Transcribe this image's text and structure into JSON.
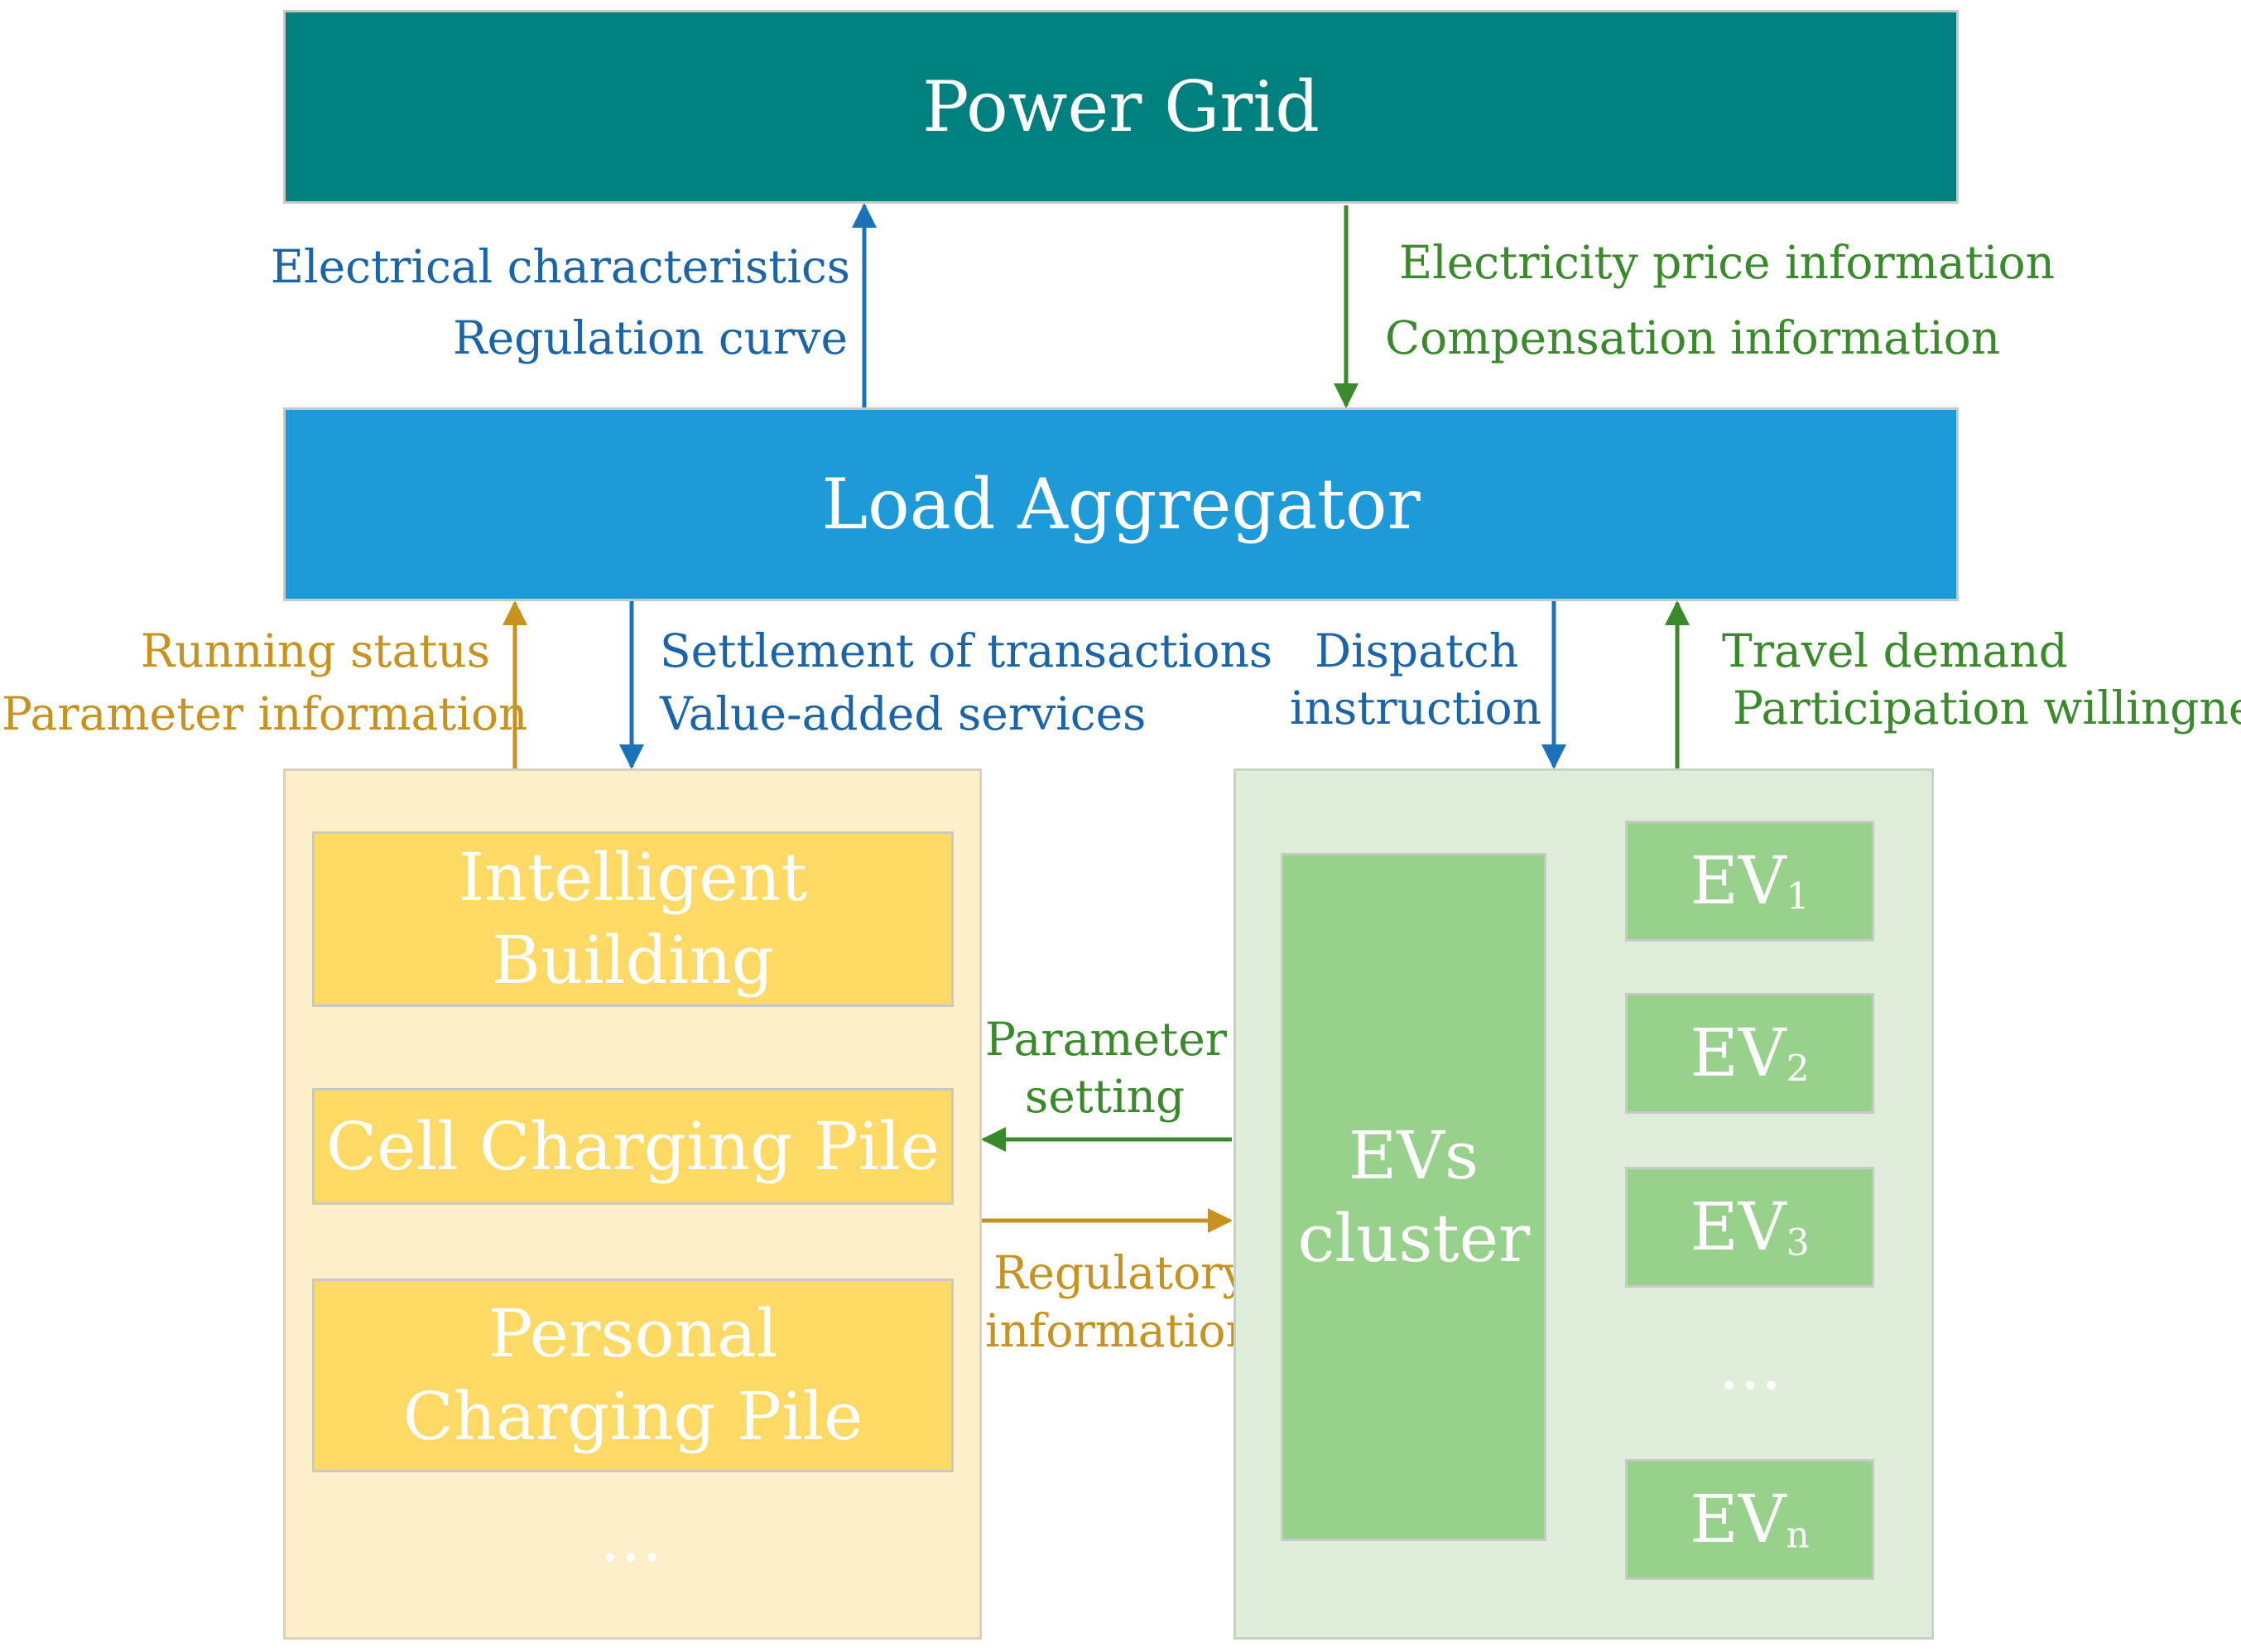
{
  "nodes": {
    "power_grid": "Power Grid",
    "load_aggregator": "Load Aggregator",
    "intelligent_building": "Intelligent Building",
    "cell_charging_pile": "Cell Charging Pile",
    "personal_charging_pile": "Personal Charging Pile",
    "left_ellipsis": "...",
    "evs_cluster": "EVs cluster",
    "ev_items": [
      {
        "base": "EV",
        "sub": "1"
      },
      {
        "base": "EV",
        "sub": "2"
      },
      {
        "base": "EV",
        "sub": "3"
      },
      {
        "base": "EV",
        "sub": "n"
      }
    ],
    "right_ellipsis": "..."
  },
  "labels": {
    "electrical_characteristics": "Electrical characteristics",
    "regulation_curve": "Regulation curve",
    "electricity_price": "Electricity price information",
    "compensation": "Compensation information",
    "running_status": "Running status",
    "parameter_information": "Parameter information",
    "settlement": "Settlement of transactions",
    "value_added": "Value-added services",
    "dispatch_1": "Dispatch",
    "dispatch_2": "instruction",
    "travel_demand": "Travel demand",
    "participation": "Participation willingne",
    "parameter_setting_1": "Parameter",
    "parameter_setting_2": "setting",
    "regulatory_1": "Regulatory",
    "regulatory_2": "information"
  },
  "colors": {
    "power_grid": "#007f7f",
    "load_aggregator": "#1f9ad8",
    "left_panel": "#fdefc9",
    "left_box": "#fdd966",
    "right_panel": "#dfeedb",
    "green_box": "#98d18b",
    "blue_text": "#1c64a8",
    "green_text": "#3a8a2c",
    "orange_text": "#c8921e"
  }
}
